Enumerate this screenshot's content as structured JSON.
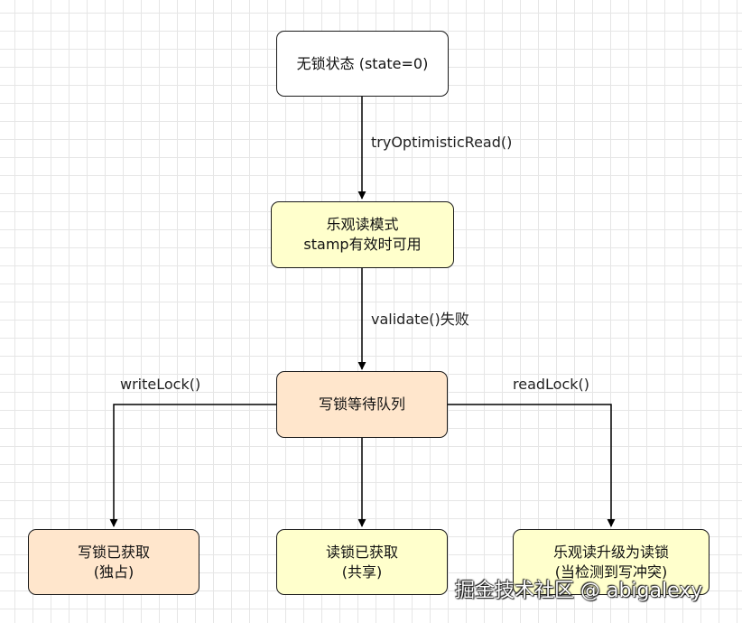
{
  "nodes": {
    "unlocked": {
      "line1": "无锁状态 (state=0)"
    },
    "optimistic": {
      "line1": "乐观读模式",
      "line2": "stamp有效时可用"
    },
    "write_queue": {
      "line1": "写锁等待队列"
    },
    "write_acquired": {
      "line1": "写锁已获取",
      "line2": "(独占)"
    },
    "read_acquired": {
      "line1": "读锁已获取",
      "line2": "(共享)"
    },
    "upgrade": {
      "line1": "乐观读升级为读锁",
      "line2": "(当检测到写冲突)"
    }
  },
  "edges": {
    "try_optimistic_read": "tryOptimisticRead()",
    "validate_failed": "validate()失败",
    "write_lock": "writeLock()",
    "read_lock": "readLock()"
  },
  "watermark": "掘金技术社区 @ abigalexy",
  "colors": {
    "white_fill": "#ffffff",
    "yellow_fill": "#ffffcc",
    "orange_fill": "#ffe6cc",
    "stroke": "#000000"
  }
}
